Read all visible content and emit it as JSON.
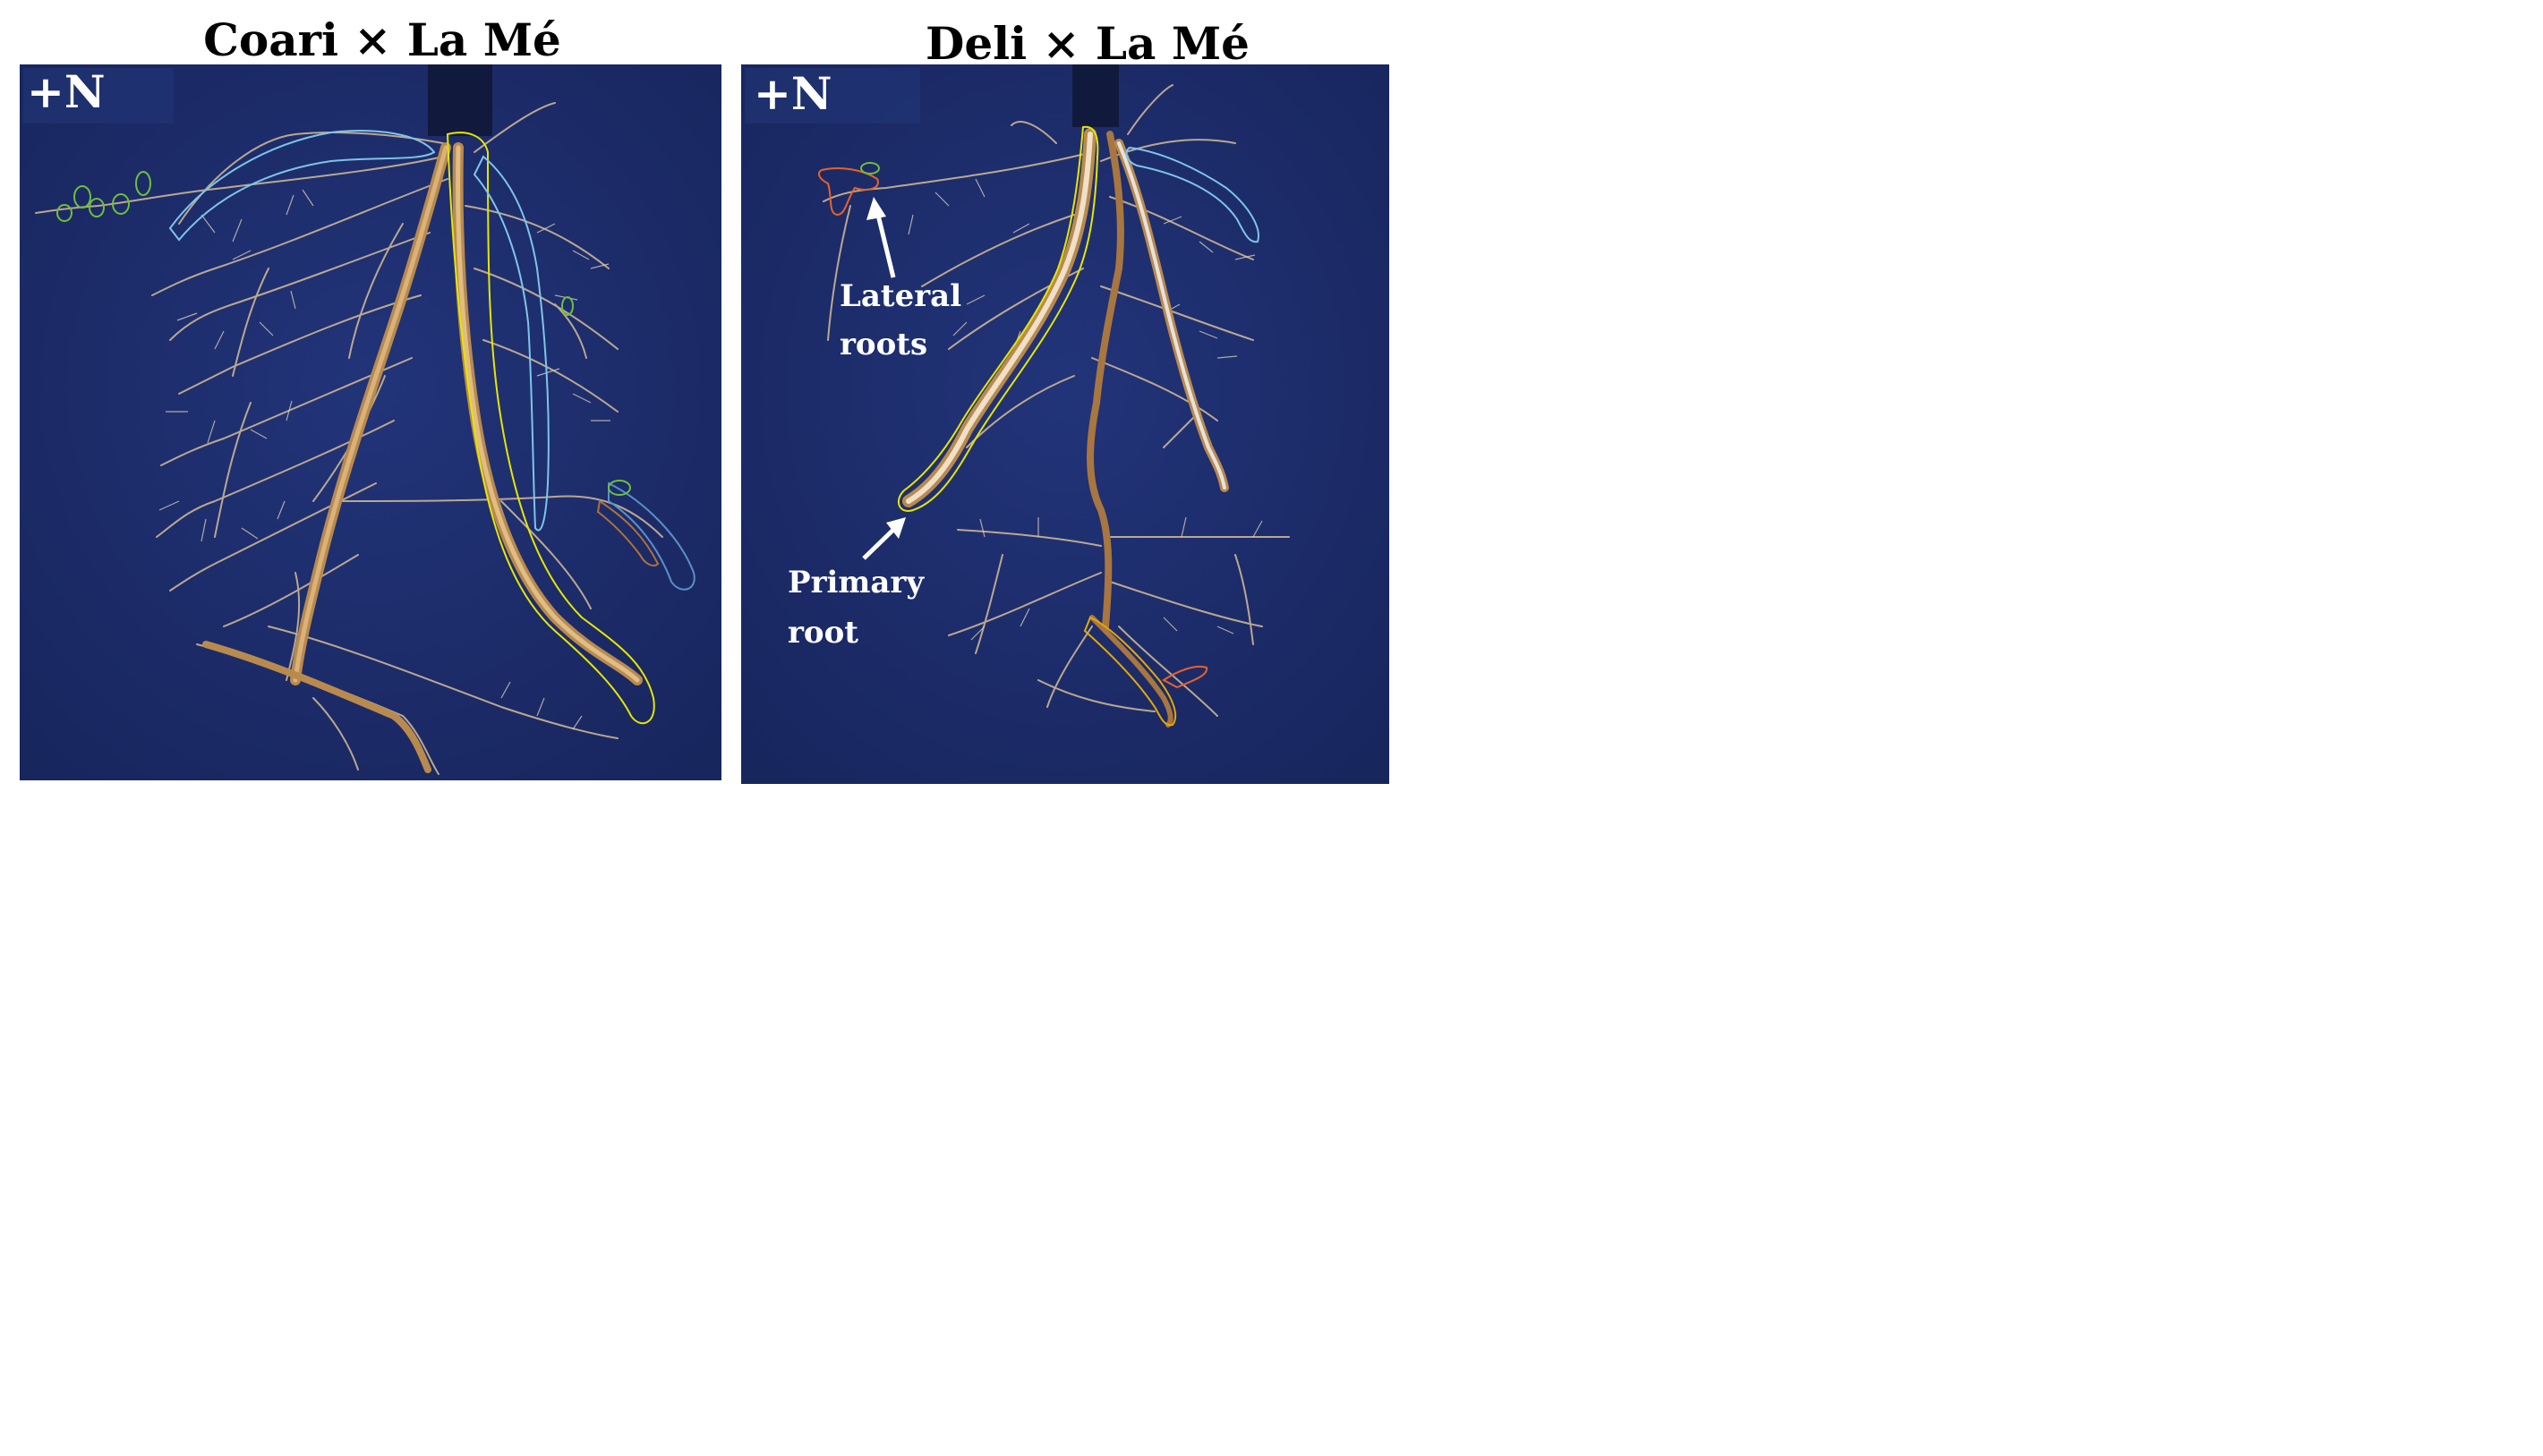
{
  "panels": [
    {
      "title": "Coari × La Mé",
      "label": "+N"
    },
    {
      "title": "Deli × La Mé",
      "label": "+N",
      "annotations": {
        "lateral_line1": "Lateral",
        "lateral_line2": "roots",
        "primary_line1": "Primary",
        "primary_line2": "root"
      }
    }
  ],
  "colors": {
    "background": "#1c2b6b",
    "root": "#c9a878",
    "root_dark": "#b07f3e",
    "primary_outline": "#e6e600",
    "lateral_outline_blue": "#7fc4e8",
    "lateral_outline_orange": "#e8622a",
    "tip_outline_green": "#6fbf3a"
  }
}
